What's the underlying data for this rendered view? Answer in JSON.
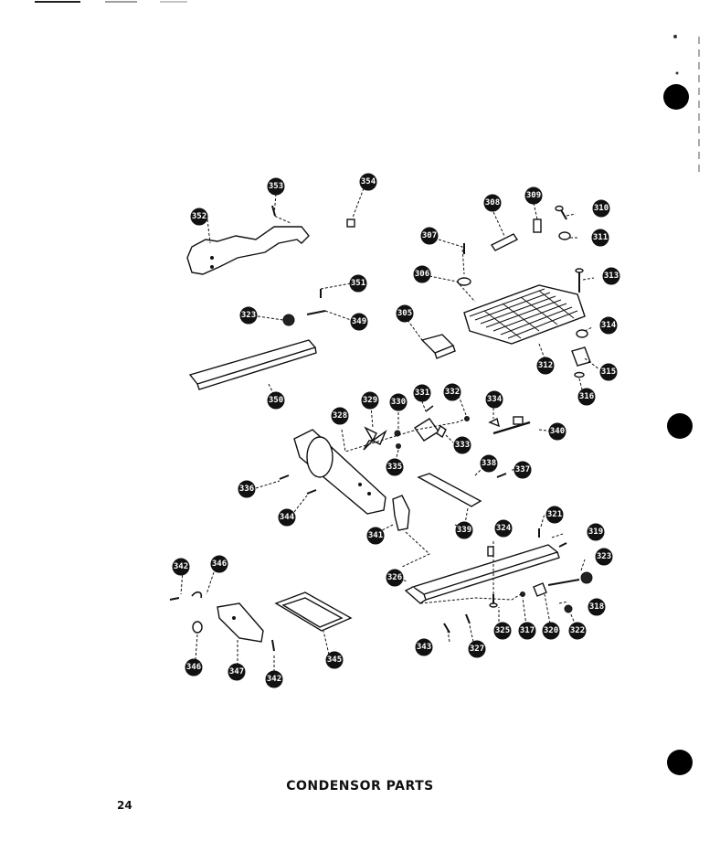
{
  "caption": "CONDENSOR PARTS",
  "page_number": "24",
  "callouts": [
    "353",
    "354",
    "352",
    "308",
    "309",
    "310",
    "311",
    "307",
    "306",
    "313",
    "351",
    "323",
    "349",
    "305",
    "312",
    "314",
    "315",
    "316",
    "350",
    "329",
    "330",
    "331",
    "332",
    "334",
    "328",
    "340",
    "333",
    "335",
    "338",
    "337",
    "336",
    "344",
    "341",
    "339",
    "321",
    "324",
    "319",
    "323",
    "342",
    "346",
    "326",
    "318",
    "325",
    "317",
    "320",
    "322",
    "346",
    "347",
    "342",
    "345",
    "343",
    "327"
  ]
}
